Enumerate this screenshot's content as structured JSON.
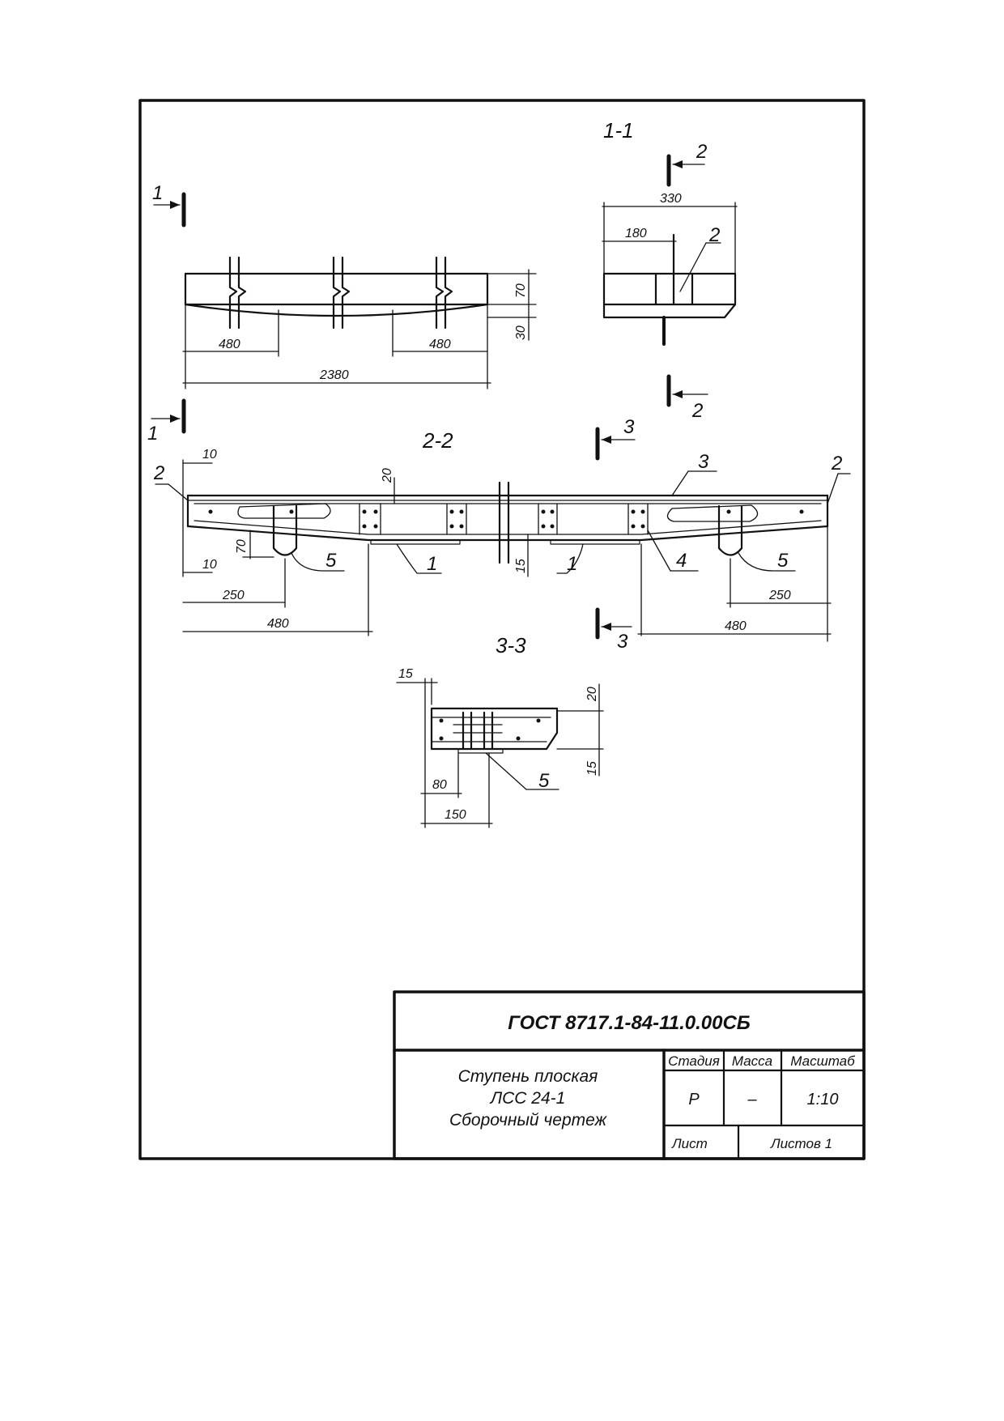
{
  "drawing": {
    "plan": {
      "dims": {
        "end_left": "480",
        "end_right": "480",
        "length": "2380",
        "height_top": "70",
        "height_bottom": "30"
      },
      "cut_markers": {
        "left_top": "1",
        "left_bottom": "1"
      }
    },
    "section_1_1": {
      "title": "1-1",
      "dims": {
        "width": "330",
        "half": "180"
      },
      "callout": "2",
      "cut_markers": {
        "top": "2",
        "bottom": "2"
      }
    },
    "section_2_2": {
      "title": "2-2",
      "dims": {
        "top_cover": "10",
        "bottom_cover": "10",
        "top_thickness": "20",
        "loop_height": "70",
        "bottom_thickness": "15",
        "loop_left": "250",
        "loop_right": "250",
        "end_left": "480",
        "end_right": "480"
      },
      "callouts": {
        "left_end": "2",
        "right_end": "2",
        "frame": "3",
        "bar": "4",
        "loop_left": "5",
        "loop_right": "5",
        "plate_left": "1",
        "plate_right": "1"
      },
      "cut_markers": {
        "top": "3",
        "bottom": "3"
      }
    },
    "section_3_3": {
      "title": "3-3",
      "dims": {
        "cover": "15",
        "top": "20",
        "bottom": "15",
        "inner": "80",
        "width": "150"
      },
      "callout": "5"
    }
  },
  "title_block": {
    "code": "ГОСТ 8717.1-84-11.0.00СБ",
    "name_line1": "Ступень плоская",
    "name_line2": "ЛСС 24-1",
    "name_line3": "Сборочный чертеж",
    "stage_header": "Стадия",
    "mass_header": "Масса",
    "scale_header": "Масштаб",
    "stage_value": "Р",
    "mass_value": "–",
    "scale_value": "1:10",
    "sheet_label": "Лист",
    "sheets_label": "Листов 1"
  }
}
